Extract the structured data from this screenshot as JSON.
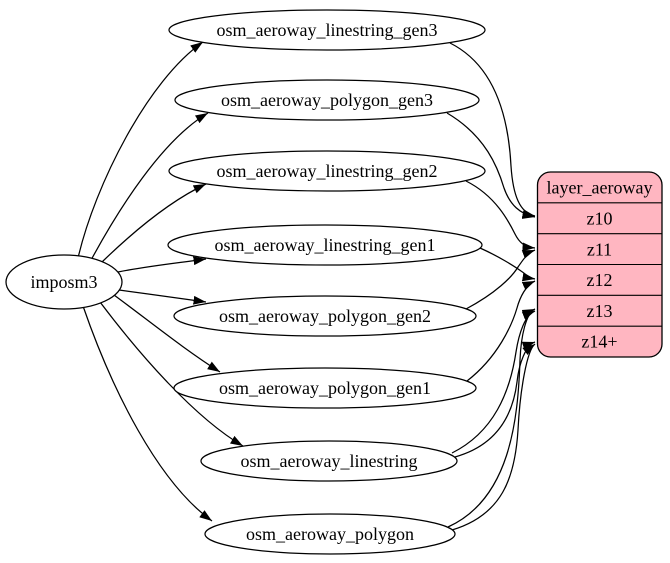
{
  "diagram": {
    "kind": "etl-graph",
    "background": "#ffffff",
    "edge_color": "#000000",
    "source": {
      "label": "imposm3"
    },
    "tables": [
      {
        "label": "osm_aeroway_linestring_gen3"
      },
      {
        "label": "osm_aeroway_polygon_gen3"
      },
      {
        "label": "osm_aeroway_linestring_gen2"
      },
      {
        "label": "osm_aeroway_linestring_gen1"
      },
      {
        "label": "osm_aeroway_polygon_gen2"
      },
      {
        "label": "osm_aeroway_polygon_gen1"
      },
      {
        "label": "osm_aeroway_linestring"
      },
      {
        "label": "osm_aeroway_polygon"
      }
    ],
    "layer": {
      "title": "layer_aeroway",
      "rows": [
        "z10",
        "z11",
        "z12",
        "z13",
        "z14+"
      ],
      "fill": "#ffb6c1",
      "stroke": "#000000"
    },
    "edges": [
      {
        "from": "imposm3",
        "to": "osm_aeroway_linestring_gen3"
      },
      {
        "from": "imposm3",
        "to": "osm_aeroway_polygon_gen3"
      },
      {
        "from": "imposm3",
        "to": "osm_aeroway_linestring_gen2"
      },
      {
        "from": "imposm3",
        "to": "osm_aeroway_linestring_gen1"
      },
      {
        "from": "imposm3",
        "to": "osm_aeroway_polygon_gen2"
      },
      {
        "from": "imposm3",
        "to": "osm_aeroway_polygon_gen1"
      },
      {
        "from": "imposm3",
        "to": "osm_aeroway_linestring"
      },
      {
        "from": "imposm3",
        "to": "osm_aeroway_polygon"
      },
      {
        "from": "osm_aeroway_linestring_gen3",
        "to": "z10"
      },
      {
        "from": "osm_aeroway_polygon_gen3",
        "to": "z10"
      },
      {
        "from": "osm_aeroway_linestring_gen2",
        "to": "z11"
      },
      {
        "from": "osm_aeroway_polygon_gen2",
        "to": "z11"
      },
      {
        "from": "osm_aeroway_linestring_gen1",
        "to": "z12"
      },
      {
        "from": "osm_aeroway_polygon_gen1",
        "to": "z12"
      },
      {
        "from": "osm_aeroway_linestring",
        "to": "z13"
      },
      {
        "from": "osm_aeroway_polygon",
        "to": "z13"
      },
      {
        "from": "osm_aeroway_linestring",
        "to": "z14+"
      },
      {
        "from": "osm_aeroway_polygon",
        "to": "z14+"
      }
    ]
  }
}
